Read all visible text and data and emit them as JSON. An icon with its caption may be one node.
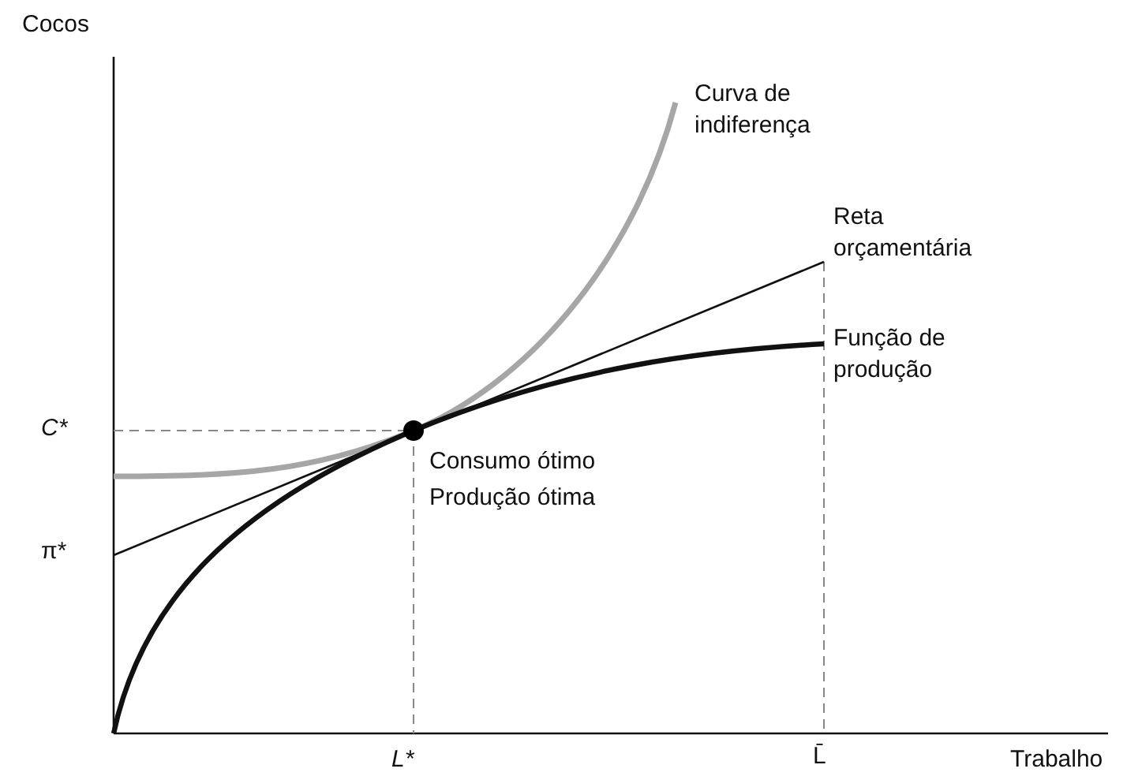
{
  "diagram": {
    "labels": [
      "Cocos",
      "Curva de indiferença",
      "Reta orçamentária",
      "Função de produção",
      "C*",
      "Consumo ótimo",
      "Produção ótima",
      "π*",
      "L*",
      "L̄",
      "Trabalho"
    ]
  }
}
